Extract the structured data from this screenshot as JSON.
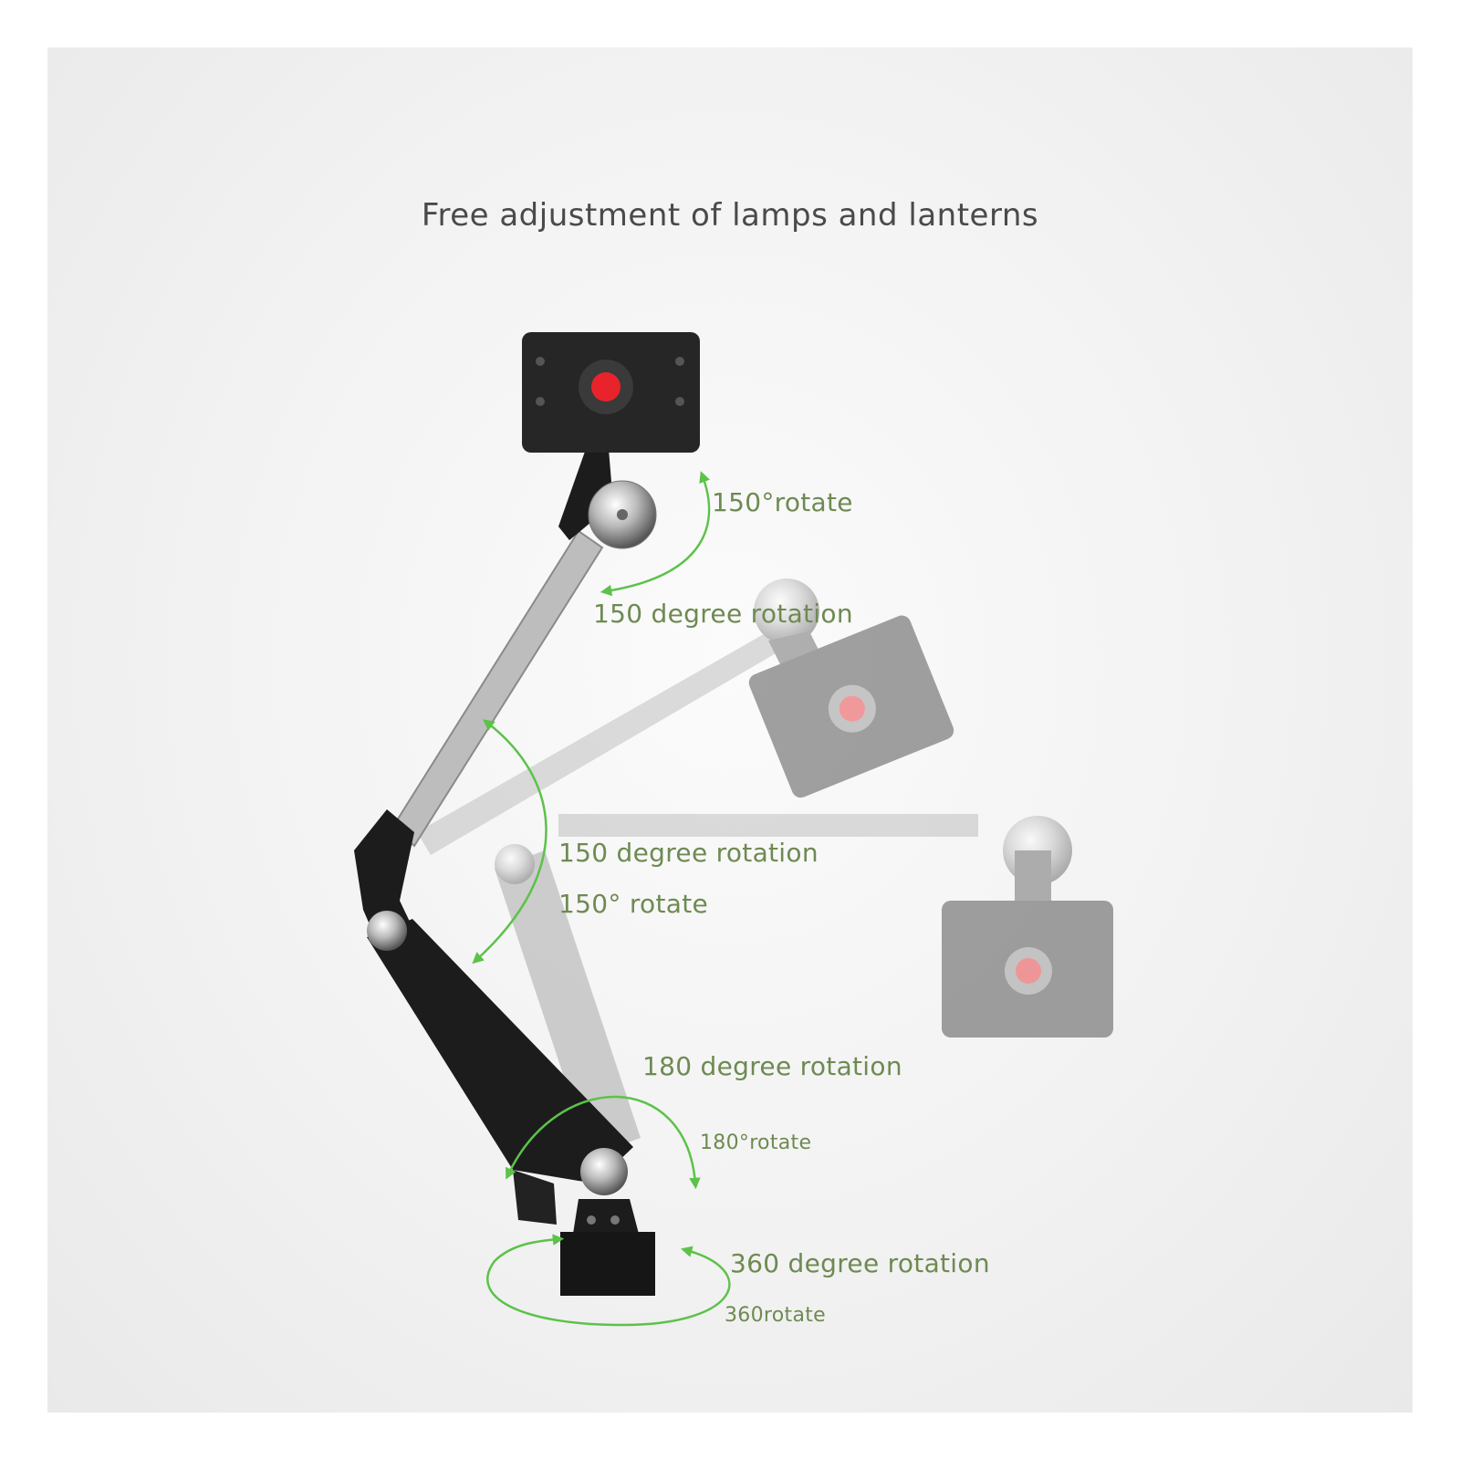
{
  "title": "Free adjustment of lamps and lanterns",
  "labels": {
    "head_rotate_a": "150°rotate",
    "head_rotate_b": "150 degree rotation",
    "elbow_rotate_a": "150 degree rotation",
    "elbow_rotate_b": "150° rotate",
    "base_rotate_a": "180 degree rotation",
    "base_rotate_b": "180°rotate",
    "swivel_rotate_a": "360 degree rotation",
    "swivel_rotate_b": "360rotate"
  },
  "colors": {
    "arrow_green": "#5cc24a",
    "label_text": "#6e8a52",
    "arm_black": "#1c1c1c",
    "arm_silver": "#b8b8b8",
    "button_red": "#e8232b"
  }
}
